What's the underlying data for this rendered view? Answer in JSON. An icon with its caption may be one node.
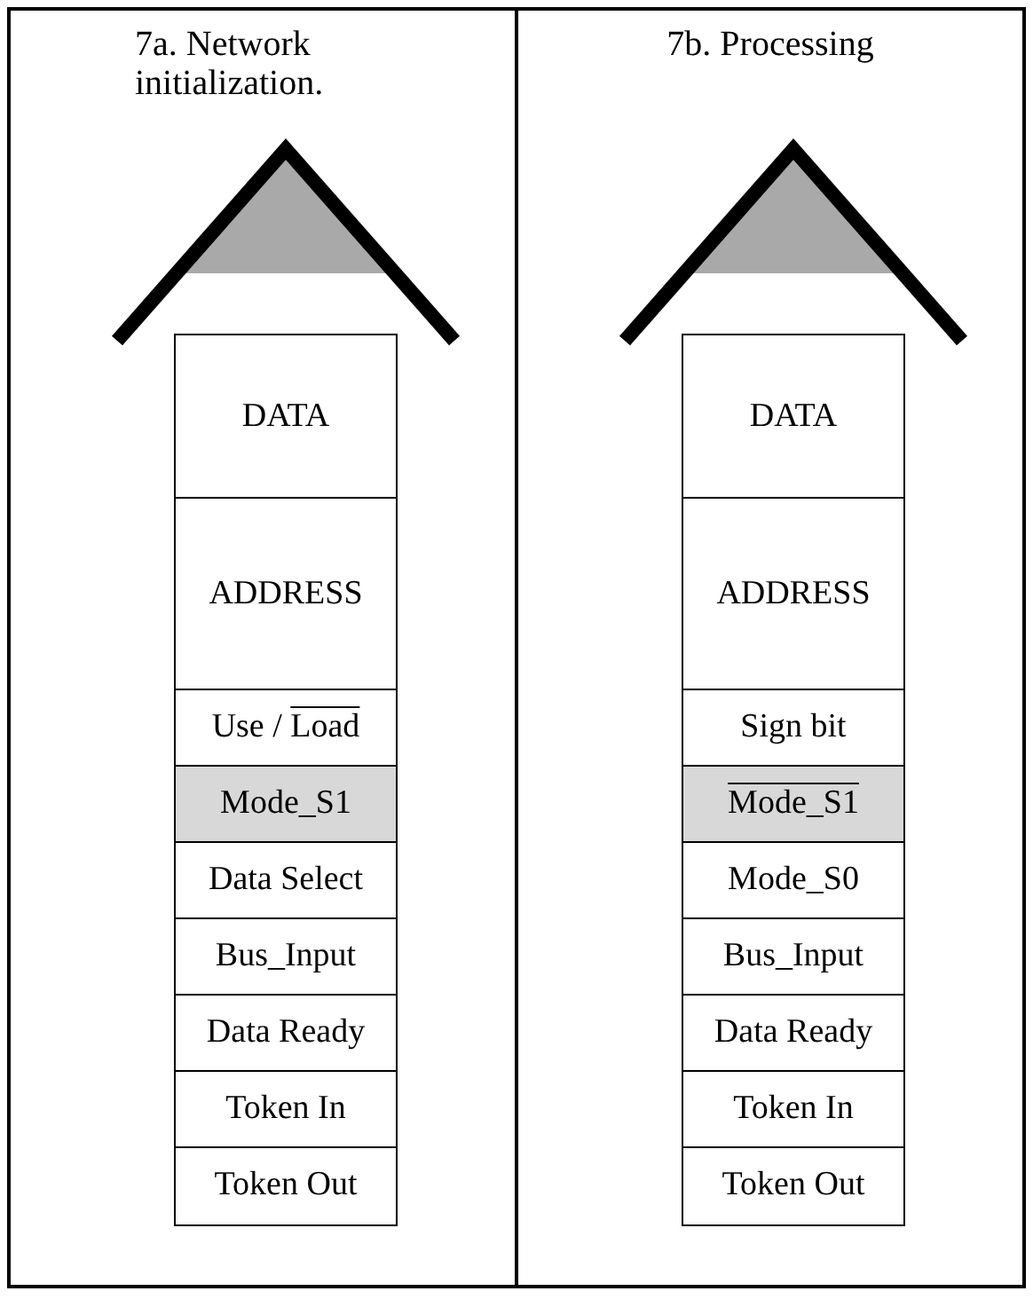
{
  "diagram": {
    "nodes": [
      {
        "text": [
          "7a. Network initialization."
        ]
      },
      {
        "text": [
          "DATA"
        ],
        "in": 0
      },
      {
        "text": [
          "ADDRESS"
        ],
        "in": 0
      },
      {
        "text": [
          "Use / Load"
        ],
        "in": 0
      },
      {
        "text": [
          "Mode_S1"
        ],
        "in": 0
      },
      {
        "text": [
          "Data Select"
        ],
        "in": 0
      },
      {
        "text": [
          "Bus_Input"
        ],
        "in": 0
      },
      {
        "text": [
          "Data Ready"
        ],
        "in": 0
      },
      {
        "text": [
          "Token In"
        ],
        "in": 0
      },
      {
        "text": [
          "Token Out"
        ],
        "in": 0
      },
      {
        "text": [
          "7b. Processing"
        ]
      },
      {
        "text": [
          "DATA"
        ],
        "in": 10
      },
      {
        "text": [
          "ADDRESS"
        ],
        "in": 10
      },
      {
        "text": [
          "Sign bit"
        ],
        "in": 10
      },
      {
        "text": [
          "Mode_S1"
        ],
        "in": 10
      },
      {
        "text": [
          "Mode_S0"
        ],
        "in": 10
      },
      {
        "text": [
          "Bus_Input"
        ],
        "in": 10
      },
      {
        "text": [
          "Data Ready"
        ],
        "in": 10
      },
      {
        "text": [
          "Token In"
        ],
        "in": 10
      },
      {
        "text": [
          "Token Out"
        ],
        "in": 10
      }
    ],
    "edges": []
  }
}
